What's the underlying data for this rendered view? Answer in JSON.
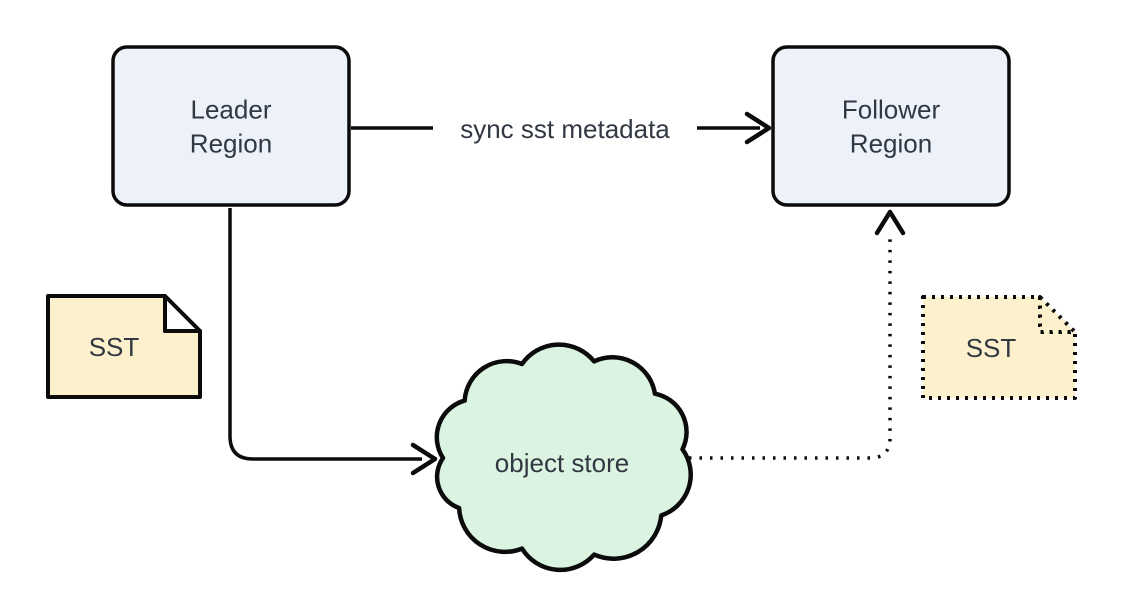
{
  "diagram": {
    "nodes": {
      "leader_region": {
        "label": "Leader\nRegion",
        "shape": "rounded-rectangle"
      },
      "follower_region": {
        "label": "Follower\nRegion",
        "shape": "rounded-rectangle"
      },
      "object_store": {
        "label": "object store",
        "shape": "cloud"
      },
      "sst_source": {
        "label": "SST",
        "shape": "note",
        "border": "solid"
      },
      "sst_replica": {
        "label": "SST",
        "shape": "note",
        "border": "dotted"
      }
    },
    "edges": {
      "sync_metadata": {
        "label": "sync sst metadata",
        "from": "leader_region",
        "to": "follower_region",
        "style": "solid"
      },
      "upload": {
        "from": "leader_region",
        "to": "object_store",
        "style": "solid"
      },
      "download": {
        "from": "object_store",
        "to": "follower_region",
        "style": "dotted"
      }
    },
    "colors": {
      "region_fill": "#edf1fa",
      "sst_fill": "#fdf0cd",
      "sst_fold_fill": "#ffffff",
      "cloud_fill": "#dbf3e1",
      "stroke": "#0b0b0b",
      "text": "#323842",
      "background": "#ffffff"
    }
  }
}
